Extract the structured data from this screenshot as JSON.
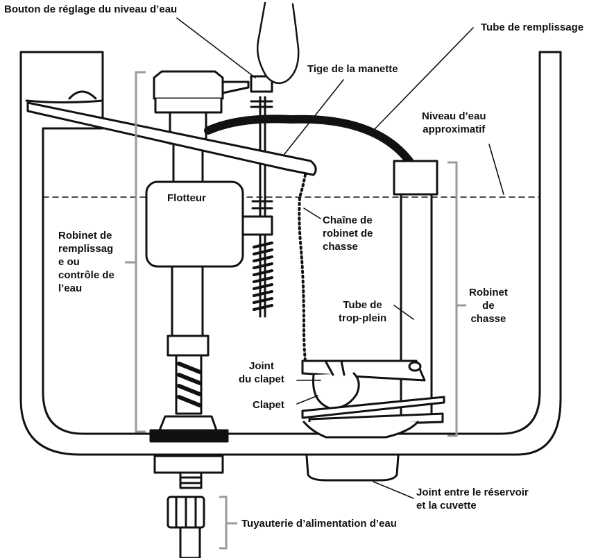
{
  "colors": {
    "line": "#111111",
    "bracket": "#9a9a9a",
    "background": "#ffffff",
    "float_body": "#ffffff"
  },
  "labels": {
    "water_level_knob": "Bouton de réglage du niveau d’eau",
    "fill_tube": "Tube de remplissage",
    "handle_rod": "Tige de la manette",
    "water_level": [
      "Niveau d’eau",
      "approximatif"
    ],
    "float": "Flotteur",
    "fill_valve": [
      "Robinet de",
      "remplissag",
      "e ou",
      "contrôle de",
      "l’eau"
    ],
    "flush_chain": [
      "Chaîne de",
      "robinet de",
      "chasse"
    ],
    "overflow_tube": [
      "Tube de",
      "trop-plein"
    ],
    "flush_valve": [
      "Robinet",
      "de",
      "chasse"
    ],
    "flapper_seal": [
      "Joint",
      "du clapet"
    ],
    "flapper": "Clapet",
    "tank_bowl_gasket": [
      "Joint entre le réservoir",
      "et la cuvette"
    ],
    "water_supply_line": "Tuyauterie d’alimentation d’eau"
  }
}
